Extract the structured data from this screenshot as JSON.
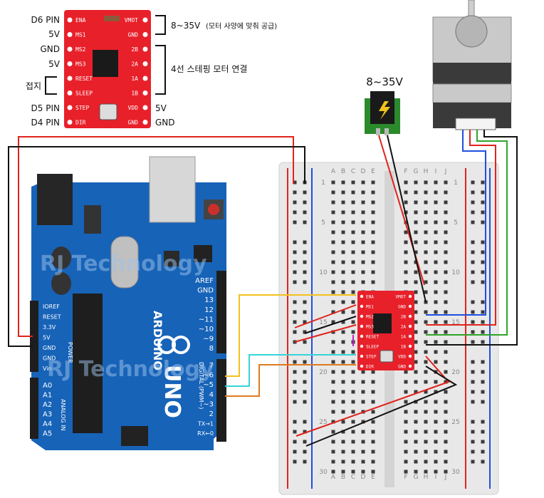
{
  "module": {
    "left_labels": [
      "D6 PIN",
      "5V",
      "GND",
      "5V",
      "",
      "",
      "D5 PIN",
      "D4 PIN"
    ],
    "right_labels": [
      "8~35V",
      "(모터 사양에 맞춰 공급)",
      "4선 스테핑 모터 연결",
      "5V",
      "GND"
    ],
    "ground_label": "접지",
    "pins_left": [
      "ENA",
      "MS1",
      "MS2",
      "MS3",
      "RESET",
      "SLEEP",
      "STEP",
      "DIR"
    ],
    "pins_right": [
      "VMOT",
      "GND",
      "2B",
      "2A",
      "1A",
      "1B",
      "VDD",
      "GND"
    ]
  },
  "power_jack_label": "8~35V",
  "arduino": {
    "watermark_line1": "RJ Technology",
    "watermark_line2": "RJ Technology",
    "left_header": [
      "IOREF",
      "RESET",
      "3.3V",
      "5V",
      "GND",
      "GND",
      "Vin"
    ],
    "power_label": "POWER",
    "analog_pins": [
      "A0",
      "A1",
      "A2",
      "A3",
      "A4",
      "A5"
    ],
    "analog_label": "ANALOG IN",
    "right_top": [
      "AREF",
      "GND",
      "13",
      "12",
      "~11",
      "~10",
      "~9",
      "8"
    ],
    "right_bottom": [
      "7",
      "~6",
      "~5",
      "4",
      "~3",
      "2",
      "TX→1",
      "RX←0"
    ],
    "digital_label": "DIGITAL (PWM~)",
    "brand": "ARDUINO",
    "model": "UNO"
  },
  "breadboard": {
    "cols_top": [
      "A",
      "B",
      "C",
      "D",
      "E",
      "F",
      "G",
      "H",
      "I",
      "J"
    ],
    "cols_bottom": [
      "A",
      "B",
      "C",
      "D",
      "E",
      "F",
      "G",
      "H",
      "I",
      "J"
    ],
    "row_numbers": [
      "1",
      "5",
      "10",
      "15",
      "20",
      "25",
      "30"
    ]
  },
  "colors": {
    "red": "#e0231c",
    "black": "#111111",
    "blue": "#1f4fe0",
    "green": "#2fa52a",
    "yellow": "#f2c21b",
    "cyan": "#36d3d9",
    "orange": "#e07a1e",
    "driver": "#e8202a",
    "arduino": "#1763b8"
  }
}
